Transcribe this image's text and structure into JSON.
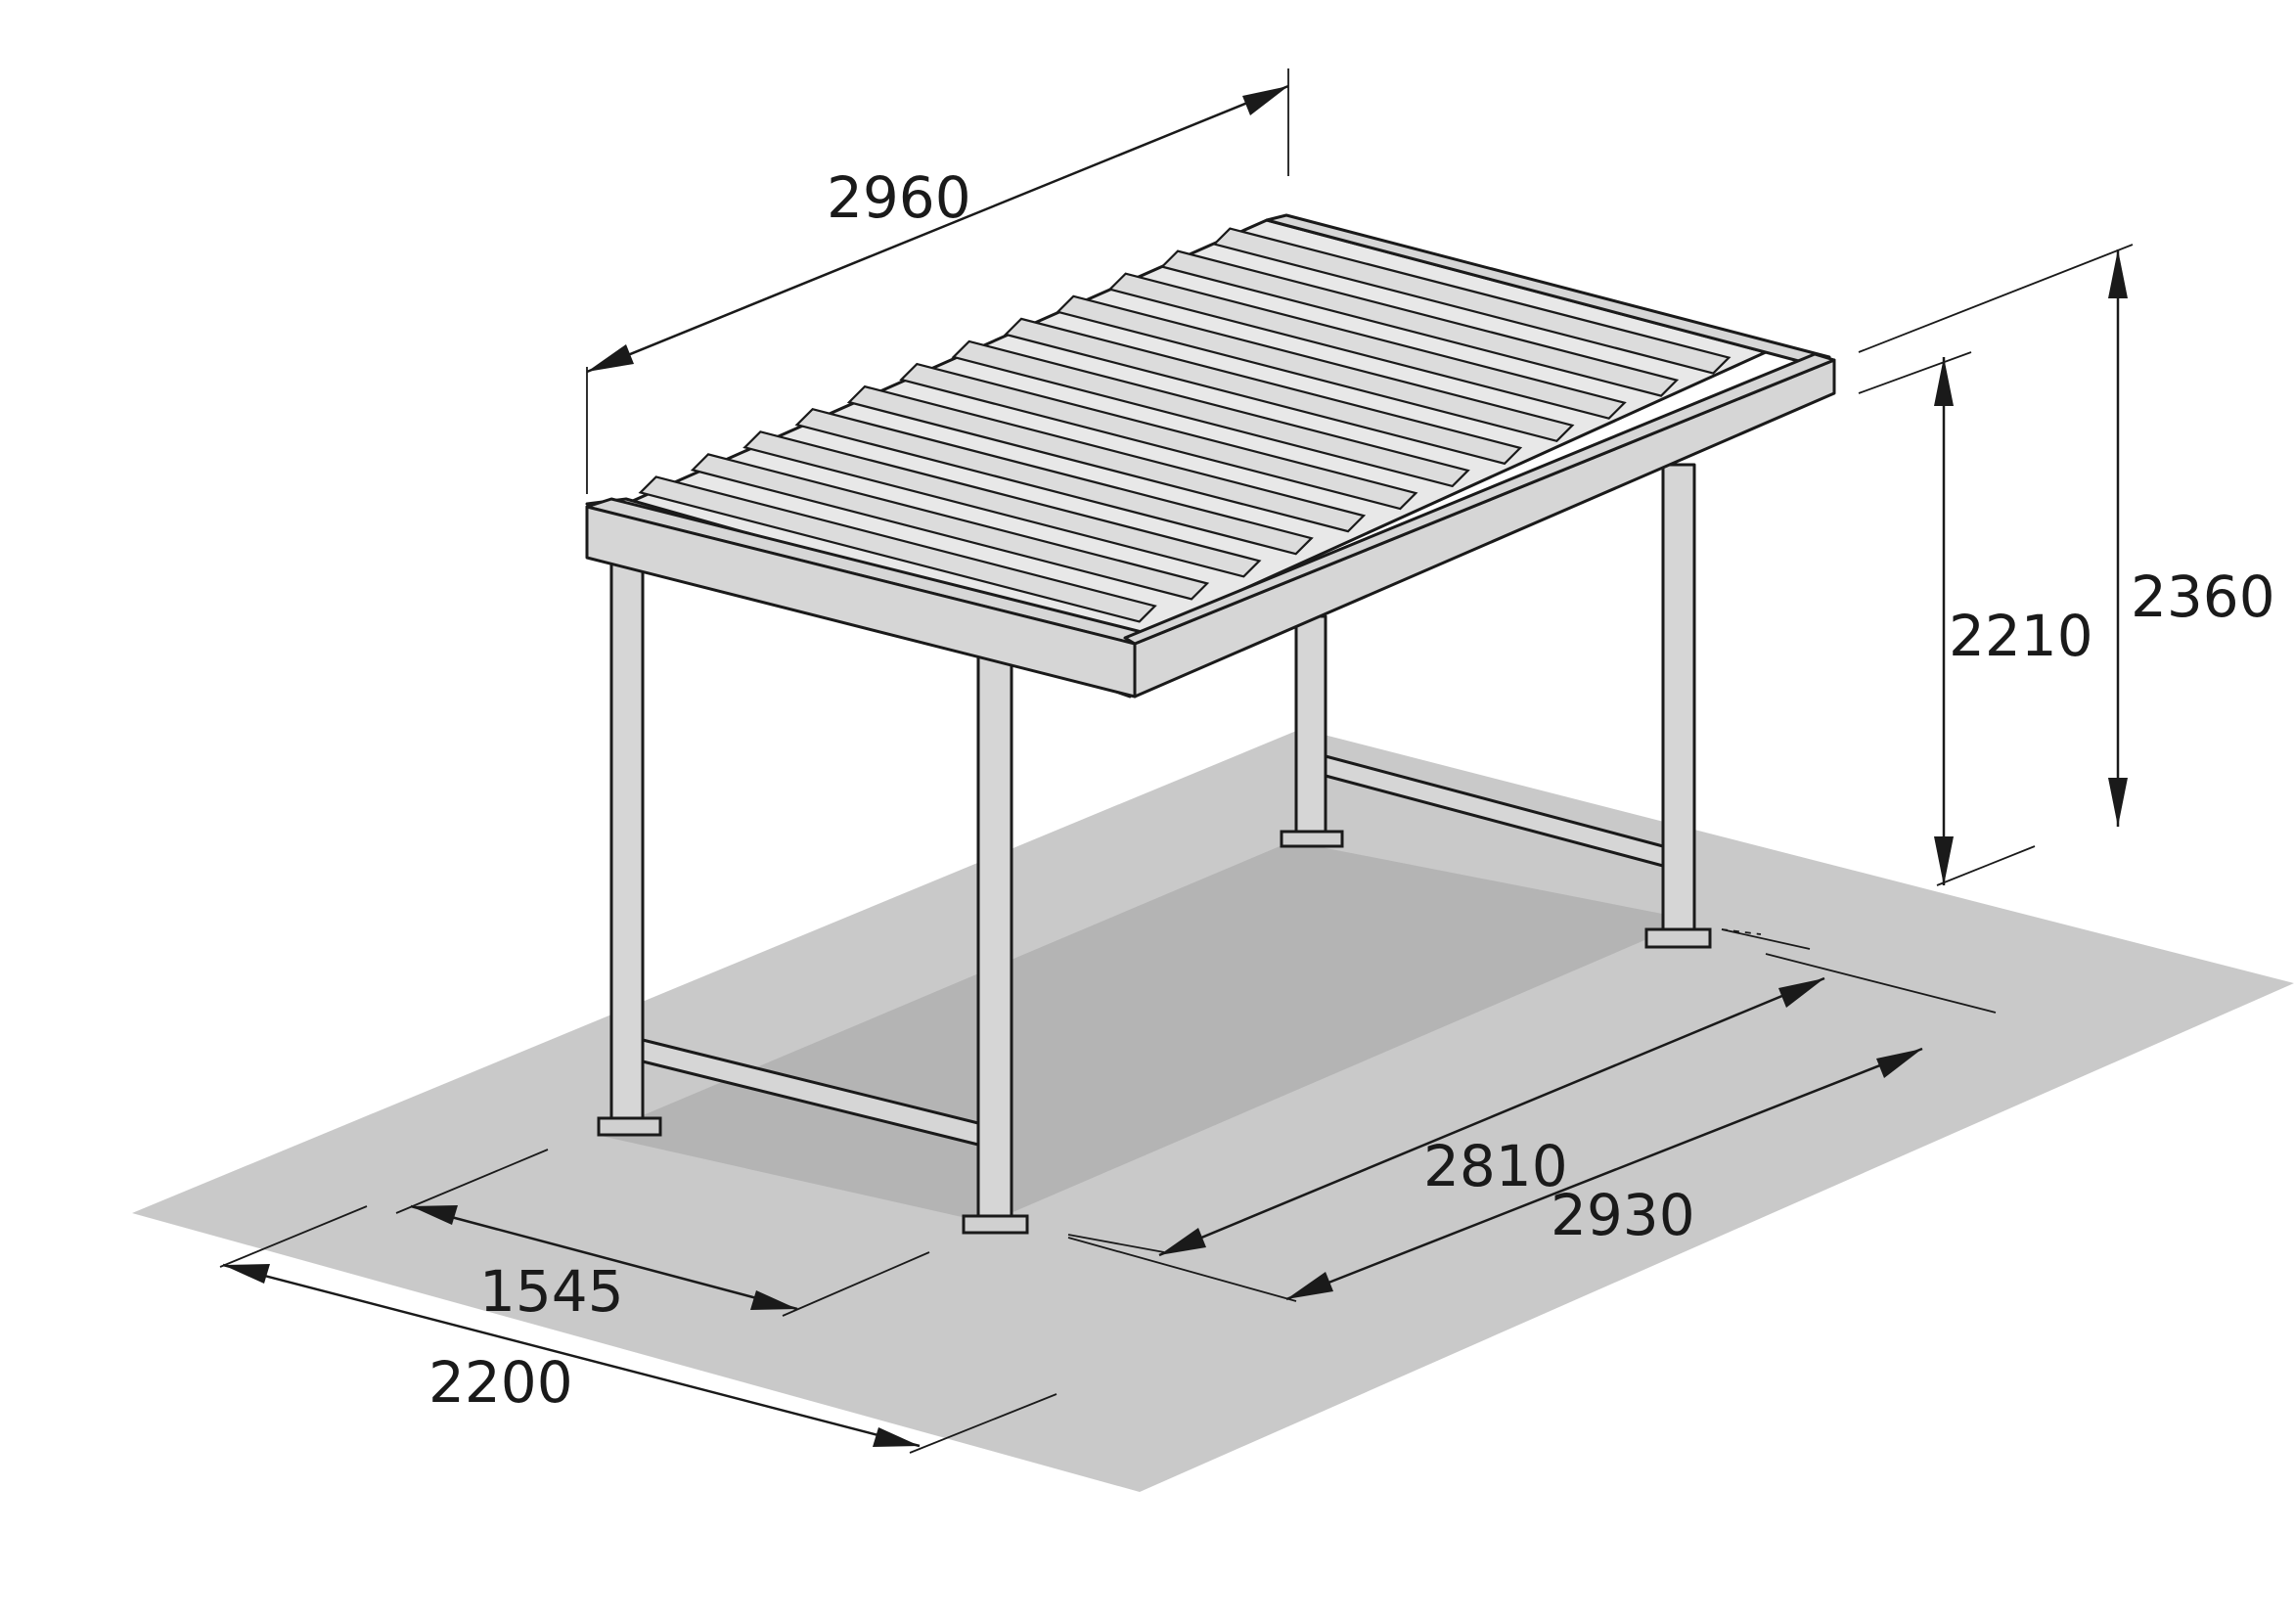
{
  "diagram": {
    "dimensions": {
      "roof_length": "2960",
      "total_height": "2360",
      "clear_height": "2210",
      "post_spacing_length": "2810",
      "footprint_length": "2930",
      "post_spacing_width": "1545",
      "footprint_width": "2200"
    },
    "colors": {
      "floor": "#c9c9c9",
      "shadow": "#b2b2b2",
      "frame": "#d6d6d6",
      "line": "#1a1a1a"
    }
  }
}
